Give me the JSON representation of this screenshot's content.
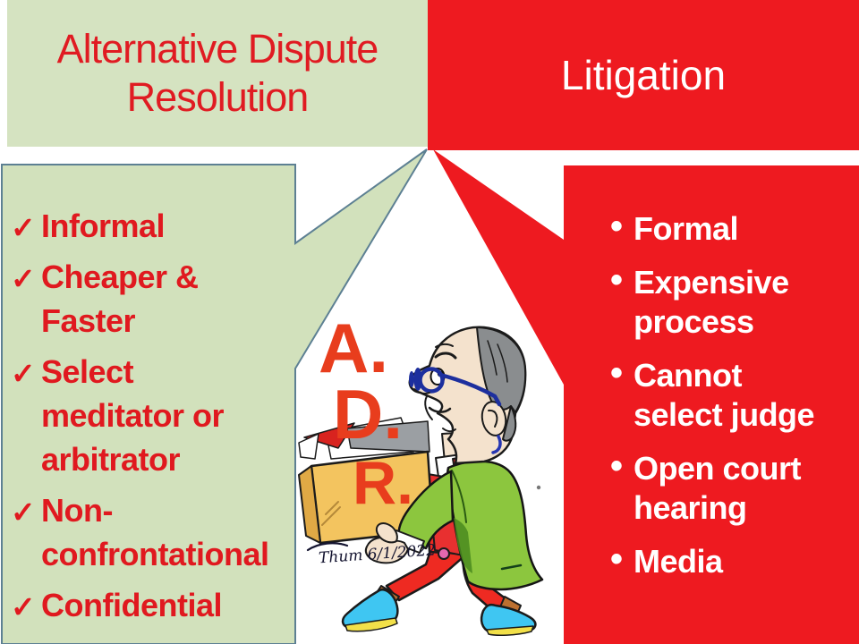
{
  "left_banner": {
    "title": "Alternative Dispute Resolution"
  },
  "right_banner": {
    "title": "Litigation"
  },
  "adr_list": {
    "check_glyph": "✓",
    "items": [
      "Informal",
      "Cheaper &\nFaster",
      "Select\nmeditator or\narbitrator",
      "Non-\nconfrontational",
      "Confidential"
    ]
  },
  "litigation_list": {
    "bullet_glyph": "•",
    "items": [
      "Formal",
      "Expensive\nprocess",
      "Cannot\nselect judge",
      "Open court\nhearing",
      "Media"
    ]
  },
  "center": {
    "letter_a": "A.",
    "letter_d": "D.",
    "letter_r": "R.",
    "signature": "Thum 6/1/2022"
  },
  "colors": {
    "banner_green": "#d5e3c1",
    "panel_green": "#d2e1bc",
    "panel_border": "#5d8093",
    "red": "#ee1a20",
    "title_red": "#e01b22",
    "list_red": "#e0191f",
    "adr_orange": "#e83d1d",
    "jacket_green": "#8cc63e",
    "jacket_shadow": "#4a8a1e",
    "pants_red": "#ee2a22",
    "shoe_cyan": "#3fc6f2",
    "sole_yellow": "#f2e049",
    "sock_brown": "#bd7030",
    "box_tan": "#f3c45f",
    "box_flap": "#e0a945",
    "skin": "#f4e2cd",
    "hair_gray": "#8a8d8f",
    "glasses_navy": "#1d2f9e",
    "tie_red": "#dd2525",
    "button_pink": "#e668b0",
    "outline": "#1b1b1b"
  }
}
